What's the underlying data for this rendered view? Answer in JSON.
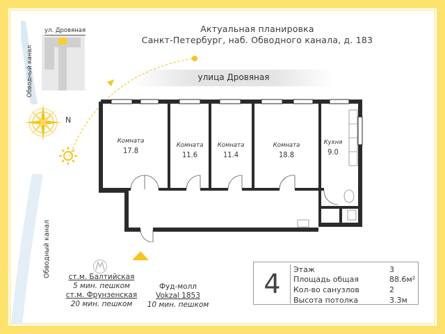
{
  "header": {
    "line1": "Актуальная планировка",
    "line2": "Санкт-Петербург, наб. Обводного канала, д. 183"
  },
  "map": {
    "street_label": "ул. Дровяная",
    "canal_label_top": "Обводный канал",
    "canal_label_bottom": "Обводный канал",
    "north": "N"
  },
  "street": "улица Дровяная",
  "rooms": [
    {
      "name": "Комната",
      "area": "17.8"
    },
    {
      "name": "Комната",
      "area": "11.6"
    },
    {
      "name": "Комната",
      "area": "11.4"
    },
    {
      "name": "Комната",
      "area": "18.8"
    },
    {
      "name": "Кухня",
      "area": "9.0"
    }
  ],
  "metro": {
    "station1": "ст.м. Балтийская",
    "walk1": "5 мин. пешком",
    "station2": "ст.м. Фрунзенская",
    "walk2": "20 мин. пешком"
  },
  "mall": {
    "line1": "Фуд-молл",
    "line2": "Vokzal 1853",
    "walk": "10 мин. пешком"
  },
  "info": {
    "floor_number": "4",
    "rows": [
      {
        "label": "Этаж",
        "value": "3"
      },
      {
        "label": "Площадь общая",
        "value": "88.6м²"
      },
      {
        "label": "Кол-во санузлов",
        "value": "2"
      },
      {
        "label": "Высота потолка",
        "value": "3.3м"
      }
    ]
  },
  "colors": {
    "frame": "#fde16d",
    "accent": "#f5c518",
    "wall": "#2b2b2b"
  }
}
